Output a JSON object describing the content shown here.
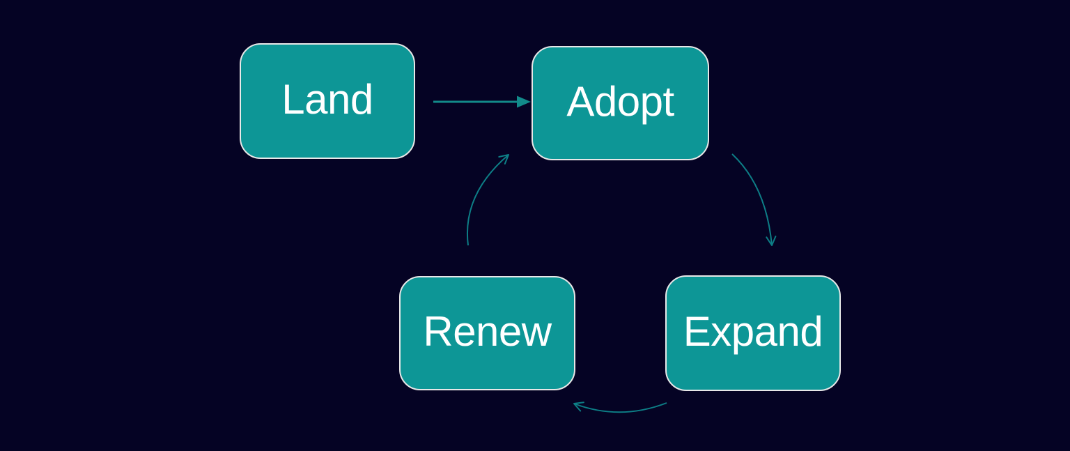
{
  "diagram": {
    "type": "cycle-flow",
    "colors": {
      "background": "#050324",
      "node_fill": "#0D9696",
      "node_border": "#E8E8E8",
      "node_text": "#FFFFFF",
      "arrow": "#128A8A",
      "arrow_curved": "#0D7E86"
    },
    "nodes": [
      {
        "id": "land",
        "label": "Land"
      },
      {
        "id": "adopt",
        "label": "Adopt"
      },
      {
        "id": "renew",
        "label": "Renew"
      },
      {
        "id": "expand",
        "label": "Expand"
      }
    ],
    "edges": [
      {
        "from": "Land",
        "to": "Adopt",
        "shape": "straight",
        "head": "filled-triangle"
      },
      {
        "from": "Adopt",
        "to": "Expand",
        "shape": "curved",
        "head": "open-v"
      },
      {
        "from": "Expand",
        "to": "Renew",
        "shape": "curved",
        "head": "open-v"
      },
      {
        "from": "Renew",
        "to": "Adopt",
        "shape": "curved",
        "head": "open-v"
      }
    ]
  }
}
